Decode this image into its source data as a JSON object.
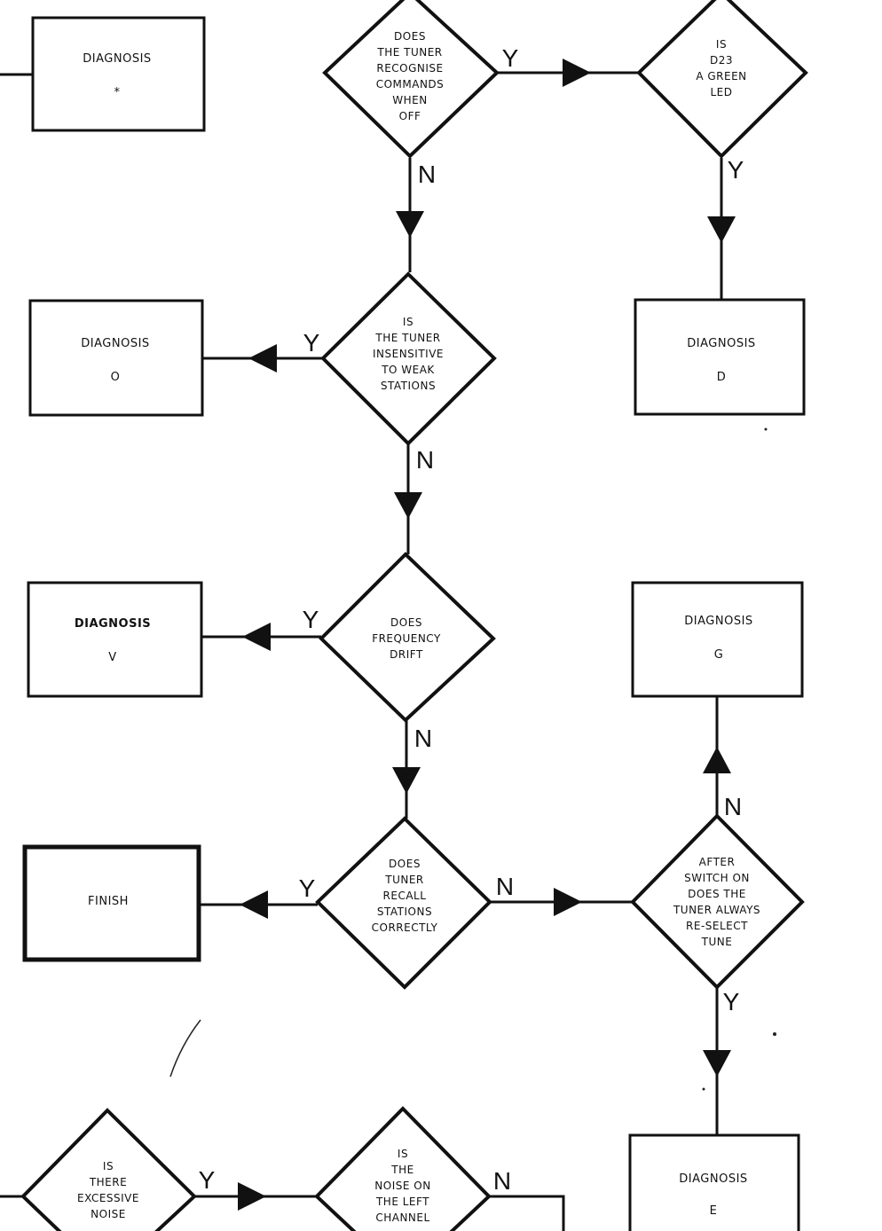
{
  "diagram": {
    "boxes": {
      "diag_star": {
        "title": "DIAGNOSIS",
        "code": "*"
      },
      "diag_d": {
        "title": "DIAGNOSIS",
        "code": "D"
      },
      "diag_o": {
        "title": "DIAGNOSIS",
        "code": "O"
      },
      "diag_v": {
        "title": "DIAGNOSIS",
        "code": "V"
      },
      "diag_g": {
        "title": "DIAGNOSIS",
        "code": "G"
      },
      "finish": {
        "title": "FINISH"
      },
      "diag_e": {
        "title": "DIAGNOSIS",
        "code": "E"
      }
    },
    "decisions": {
      "recognise": {
        "lines": [
          "DOES",
          "THE TUNER",
          "RECOGNISE",
          "COMMANDS",
          "WHEN",
          "OFF"
        ]
      },
      "green_led": {
        "lines": [
          "IS",
          "D23",
          "A GREEN",
          "LED"
        ]
      },
      "insensitive": {
        "lines": [
          "IS",
          "THE TUNER",
          "INSENSITIVE",
          "TO WEAK",
          "STATIONS"
        ]
      },
      "drift": {
        "lines": [
          "DOES",
          "FREQUENCY",
          "DRIFT"
        ]
      },
      "recall": {
        "lines": [
          "DOES",
          "TUNER",
          "RECALL",
          "STATIONS",
          "CORRECTLY"
        ]
      },
      "reselect": {
        "lines": [
          "AFTER",
          "SWITCH ON",
          "DOES THE",
          "TUNER ALWAYS",
          "RE-SELECT",
          "TUNE"
        ]
      },
      "noise": {
        "lines": [
          "IS",
          "THERE",
          "EXCESSIVE",
          "NOISE"
        ]
      },
      "left_channel": {
        "lines": [
          "IS",
          "THE",
          "NOISE ON",
          "THE LEFT",
          "CHANNEL"
        ]
      }
    },
    "labels": {
      "yes": "Y",
      "no": "N"
    }
  }
}
